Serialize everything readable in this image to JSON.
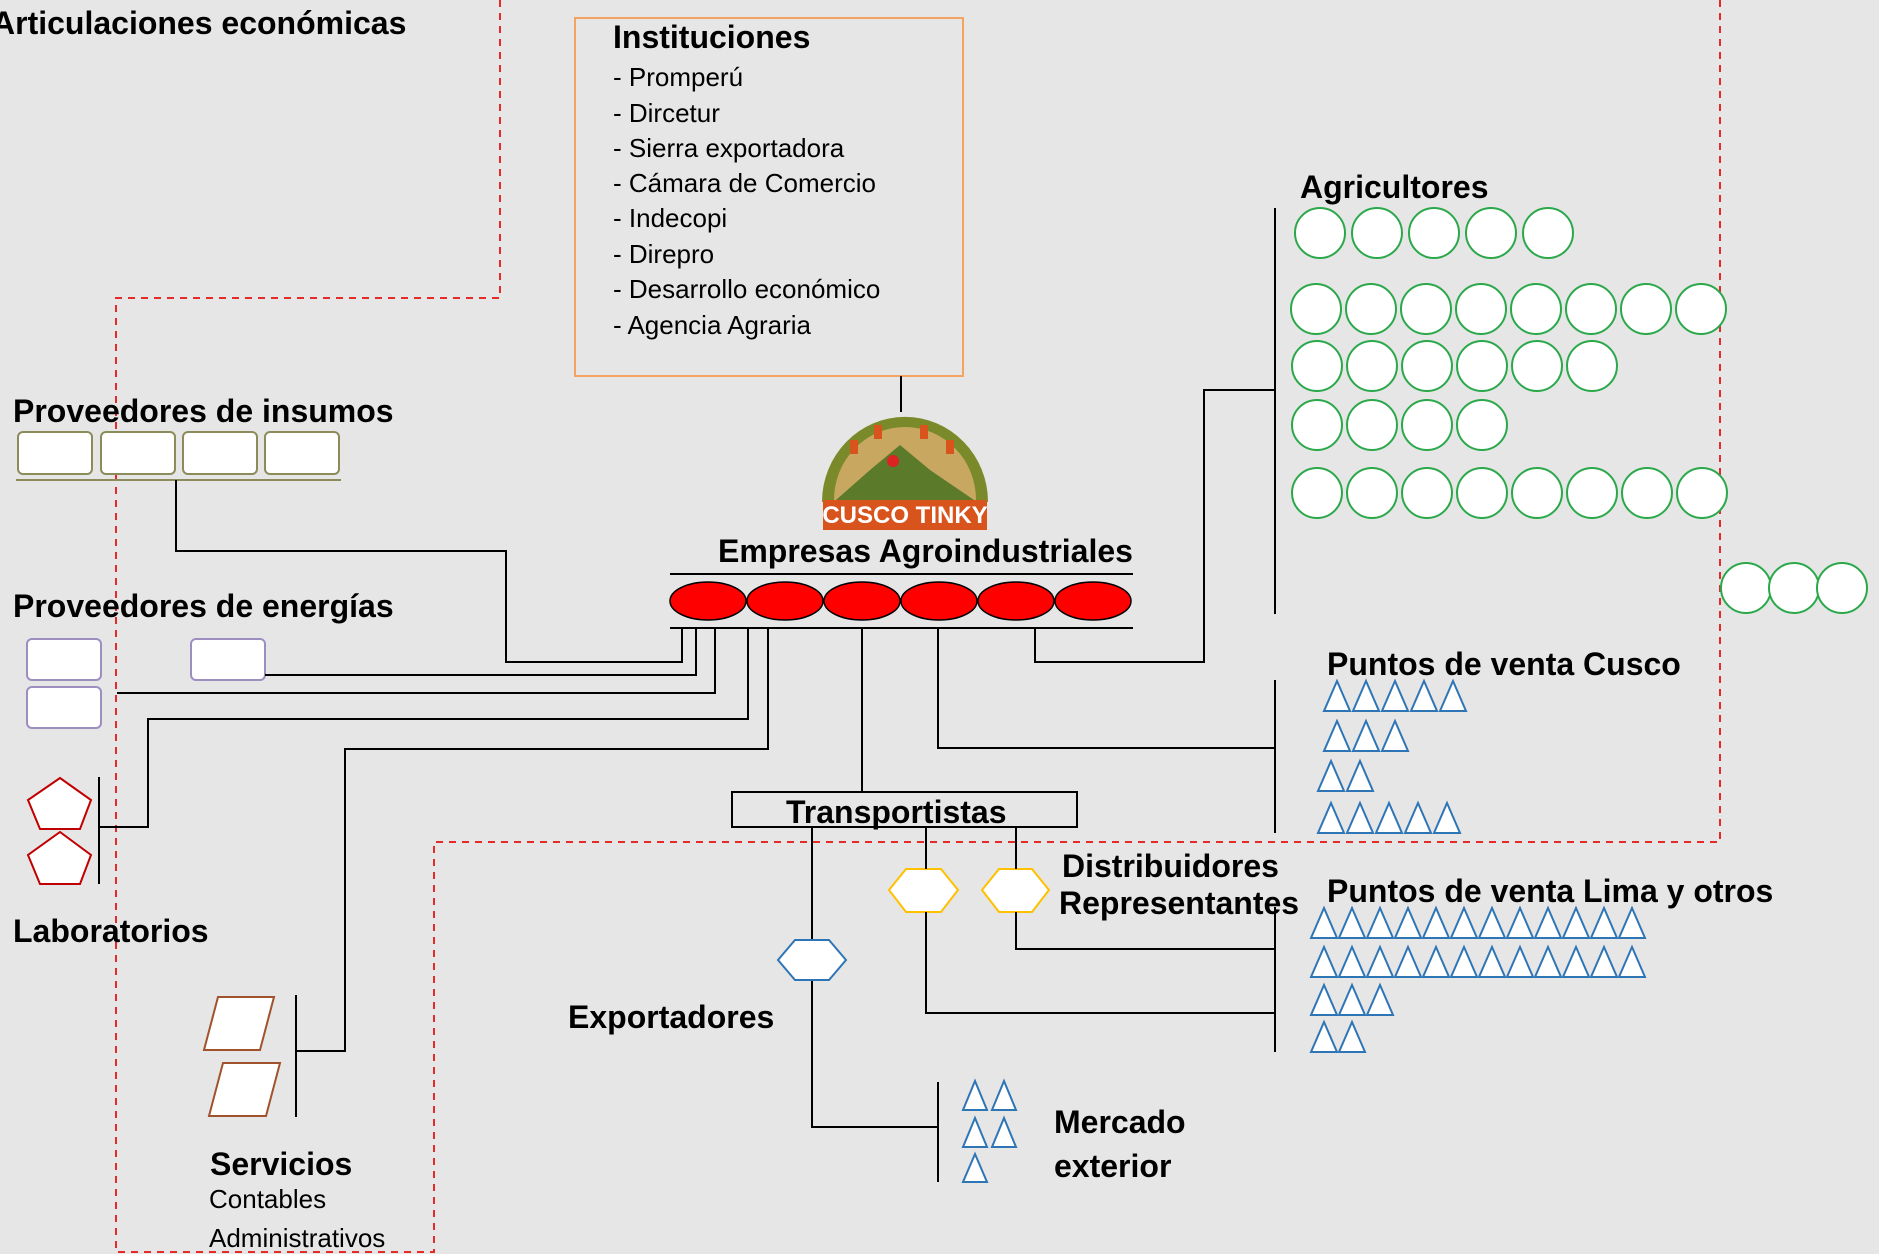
{
  "title": "Articulaciones económicas",
  "instituciones": {
    "heading": "Instituciones",
    "items": [
      "- Promperú",
      "- Dircetur",
      "- Sierra exportadora",
      "- Cámara de Comercio",
      "- Indecopi",
      "- Direpro",
      "- Desarrollo económico",
      "- Agencia Agraria"
    ]
  },
  "logo": {
    "text": "CUSCO TINKY"
  },
  "proveedores_insumos": "Proveedores de insumos",
  "proveedores_energias": "Proveedores de energías",
  "laboratorios": "Laboratorios",
  "servicios": {
    "heading": "Servicios",
    "items": [
      "Contables",
      "Administrativos"
    ]
  },
  "empresas": "Empresas Agroindustriales",
  "transportistas": "Transportistas",
  "exportadores": "Exportadores",
  "distribuidores": {
    "line1": "Distribuidores",
    "line2": "Representantes"
  },
  "mercado_exterior": {
    "line1": "Mercado",
    "line2": "exterior"
  },
  "agricultores": "Agricultores",
  "puntos_cusco": "Puntos de venta Cusco",
  "puntos_lima": "Puntos de venta Lima y otros",
  "colors": {
    "background": "#e6e6e6",
    "empresas": "#ff0000",
    "agricultores": "#2aa84a",
    "puntos_venta": "#2e75b6",
    "distribuidores": "#ffc000",
    "exportadores": "#2e75b6",
    "laboratorios": "#c00000",
    "servicios": "#a0522d",
    "insumos": "#8c8c5a",
    "energias": "#9d8ec0",
    "instituciones_border": "#f4a460",
    "region_border": "#e52a2a"
  }
}
